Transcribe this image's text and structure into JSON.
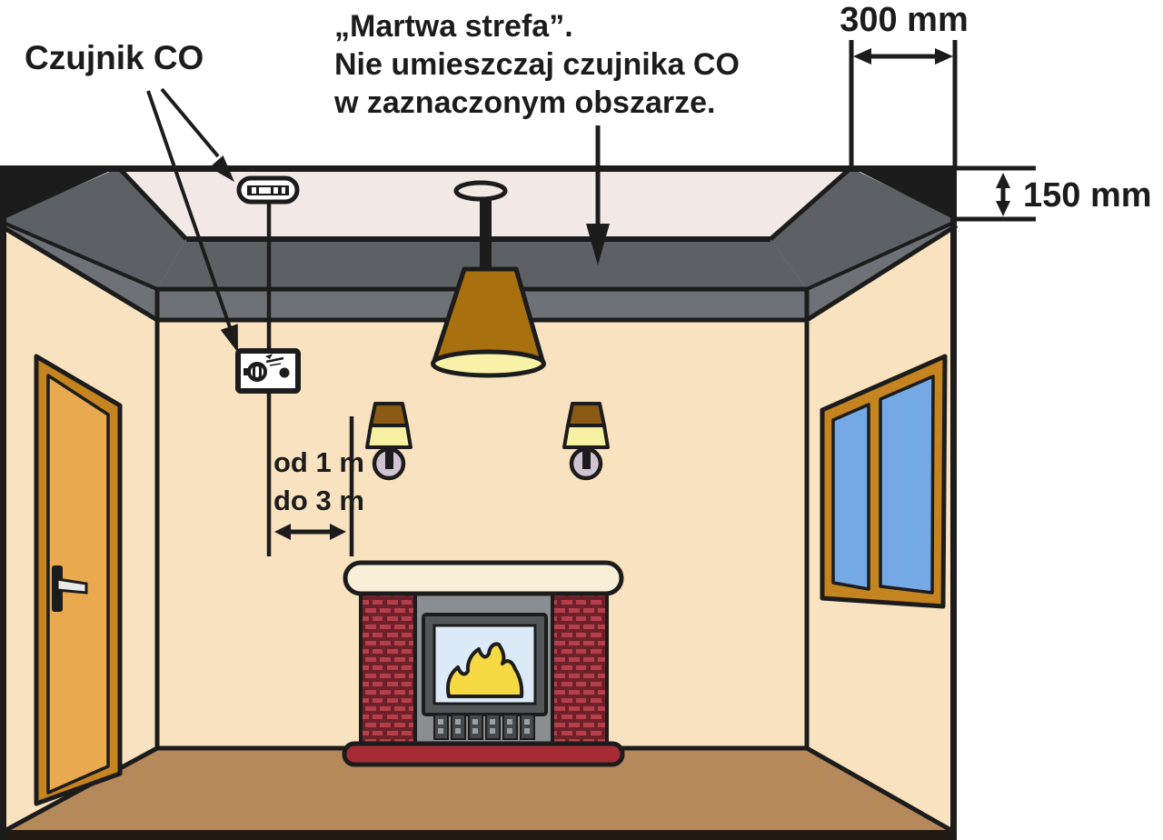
{
  "diagram": {
    "co_detector_label": "Czujnik CO",
    "dead_zone_note_line1": "„Martwa strefa”.",
    "dead_zone_note_line2": "Nie umieszczaj czujnika CO",
    "dead_zone_note_line3": "w zaznaczonym obszarze.",
    "dim_ceiling_offset": "300 mm",
    "dim_wall_offset": "150 mm",
    "dim_detector_range_line1": "od 1 m",
    "dim_detector_range_line2": "do 3 m"
  },
  "icons": {
    "ceiling_detector": "co-alarm-ceiling-icon",
    "wall_detector": "co-alarm-wall-icon",
    "pendant_lamp": "pendant-lamp-icon",
    "wall_sconce": "wall-sconce-icon",
    "fireplace": "fireplace-icon",
    "door": "door-icon",
    "window": "window-icon"
  },
  "colors": {
    "outline": "#1c1c1c",
    "wall": "#f8e2bf",
    "ceiling": "#f2e8e6",
    "dead_zone_dark": "#5d6165",
    "dead_zone_light": "#6e7276",
    "floor": "#b6895a",
    "floor_edge": "#241a12",
    "door_frame": "#c5841f",
    "door_slab": "#e9a94e",
    "window_glass": "#74a9e6",
    "lamp_shade": "#a8700f",
    "lamp_glow": "#f8f2a8",
    "sconce_shade_top": "#8a5a16",
    "sconce_shade_bottom": "#f6f0a2",
    "sconce_bulb": "#cfc3d2",
    "brick": "#6e2129",
    "brick_light": "#b5404b",
    "fireplace_panel": "#8a8e91",
    "firebox_glass": "#dce9f6",
    "flame": "#f4d943",
    "hearth": "#a62b34",
    "mantel": "#f9eed7"
  }
}
